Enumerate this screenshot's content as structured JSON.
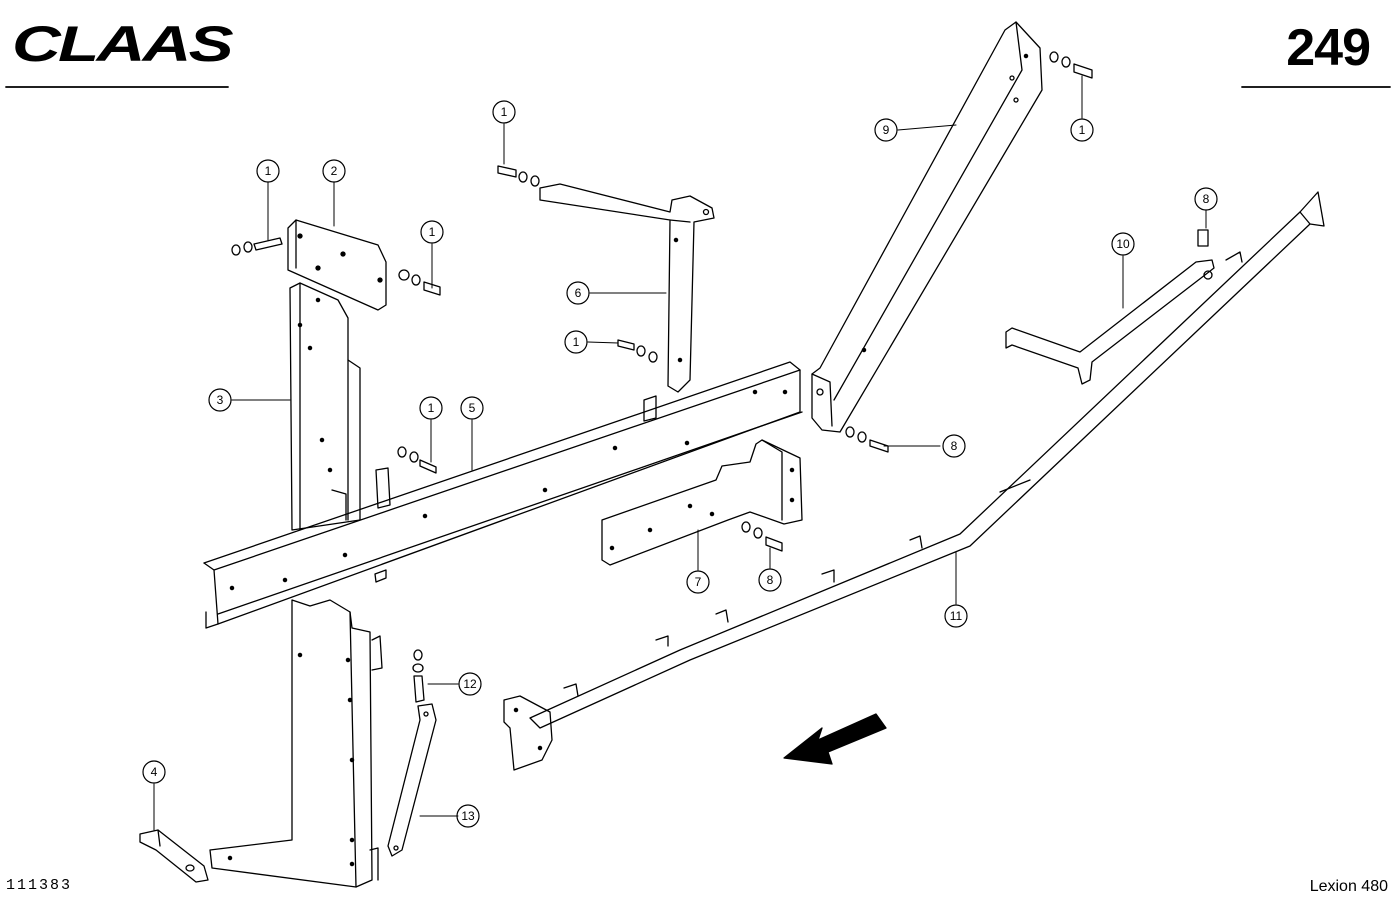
{
  "header": {
    "brand": "CLAAS",
    "page_number": "249"
  },
  "footer": {
    "drawing_id": "111383",
    "model": "Lexion 480"
  },
  "callouts": {
    "c1a": "1",
    "c1b": "1",
    "c1c": "1",
    "c1d": "1",
    "c1e": "1",
    "c1f": "1",
    "c2": "2",
    "c3": "3",
    "c4": "4",
    "c5": "5",
    "c6": "6",
    "c7": "7",
    "c8a": "8",
    "c8b": "8",
    "c8c": "8",
    "c9": "9",
    "c10": "10",
    "c11": "11",
    "c12": "12",
    "c13": "13"
  },
  "colors": {
    "ink": "#000000",
    "paper": "#ffffff"
  }
}
